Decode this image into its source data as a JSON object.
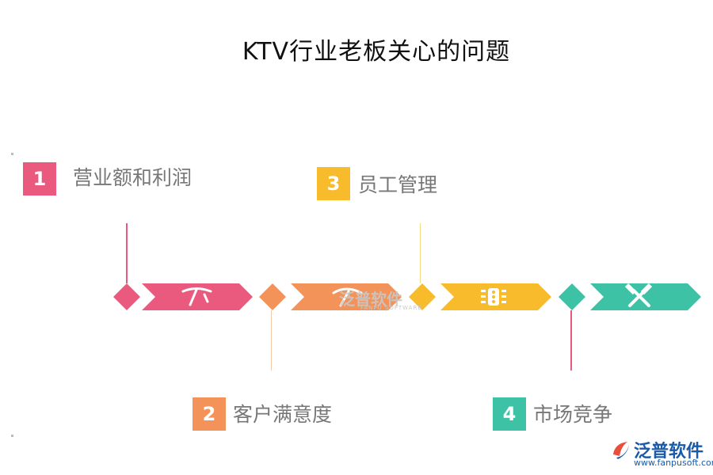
{
  "title": "KTV行业老板关心的问题",
  "items": [
    {
      "number": "1",
      "label": "营业额和利润",
      "color": "#e95a7e",
      "icon": "pickaxe-icon"
    },
    {
      "number": "2",
      "label": "客户满意度",
      "color": "#f3935a",
      "icon": "hammer-icon"
    },
    {
      "number": "3",
      "label": "员工管理",
      "color": "#f7bb2c",
      "icon": "traffic-light-icon"
    },
    {
      "number": "4",
      "label": "市场竞争",
      "color": "#3ec2a6",
      "icon": "crossed-tools-icon"
    }
  ],
  "watermark": {
    "text": "泛普软件",
    "sub": "FANPU SOFTWARE"
  },
  "logo": {
    "name": "泛普软件",
    "url": "www.fanpusoft.com"
  }
}
